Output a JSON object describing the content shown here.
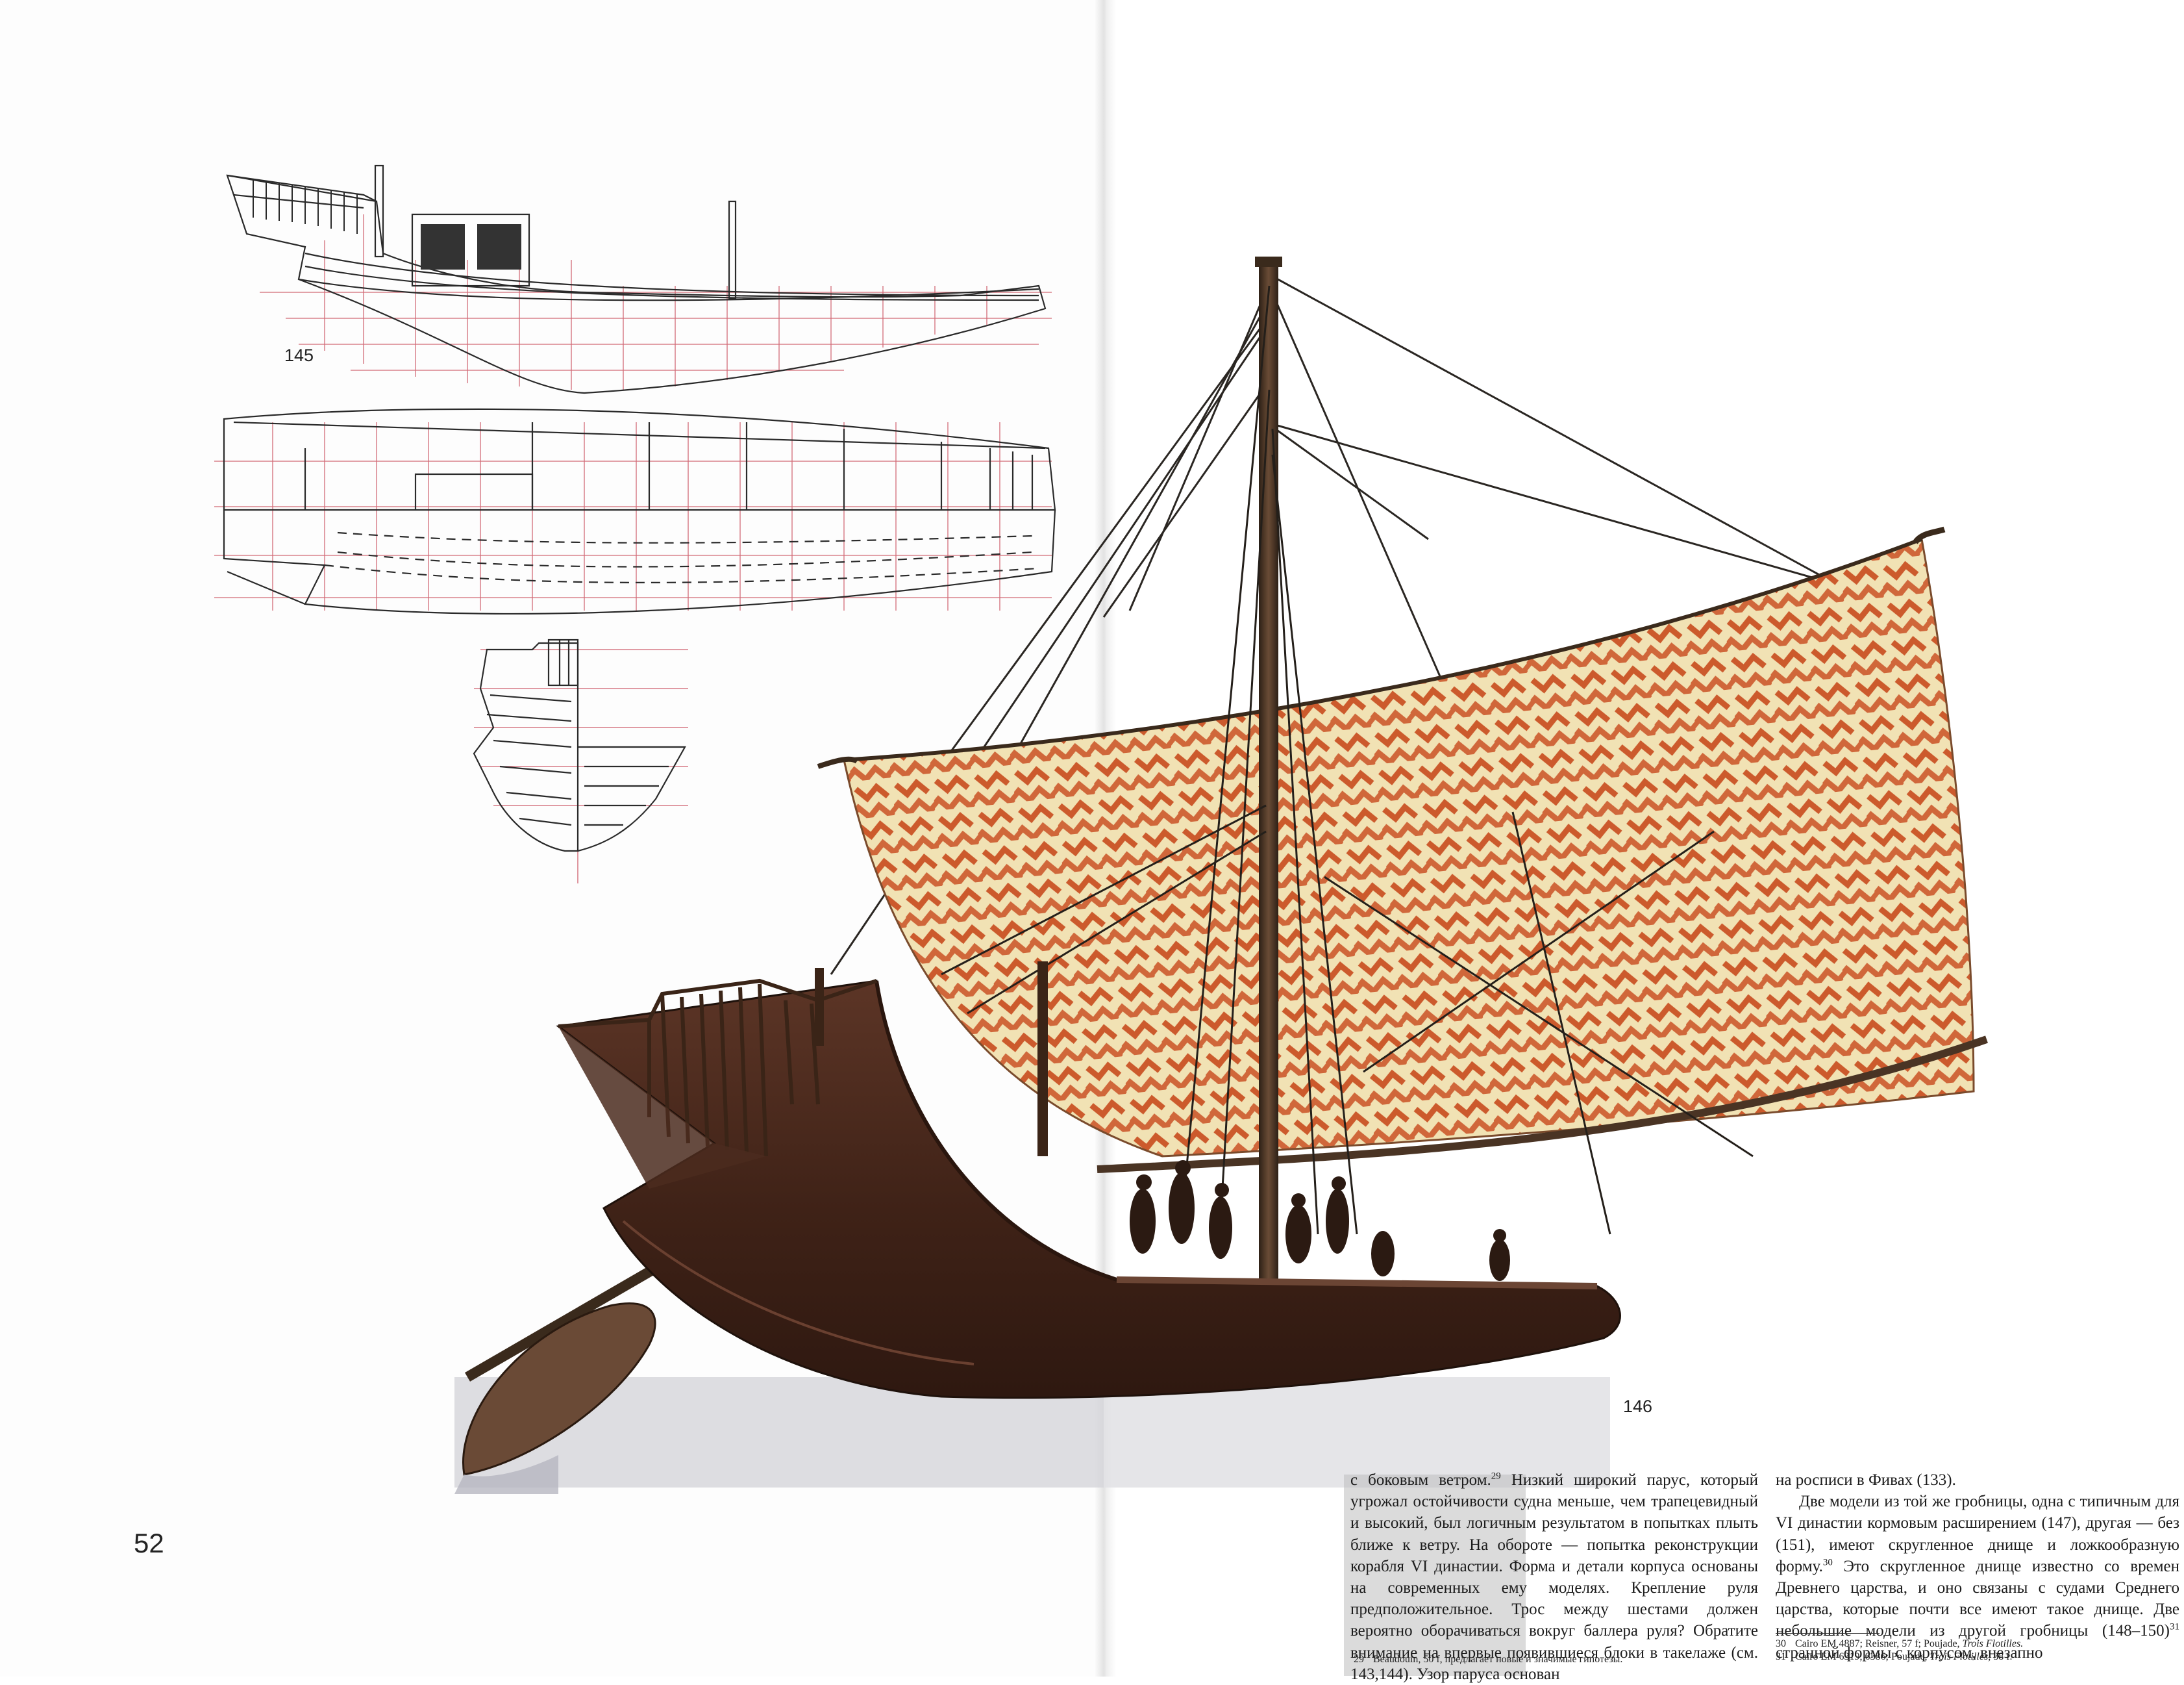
{
  "left_page": {
    "page_number": "52",
    "fig_145_label": "145",
    "fig_146_label": "146"
  },
  "text": {
    "col1": [
      "с боковым ветром.",
      "29",
      " Низкий широкий парус, который угрожал остойчивости судна меньше, чем трапецевидный и высокий, был логичным результатом в попытках плыть ближе к ветру. На обороте — попытка реконструкции корабля VI династии. Форма и детали корпуса основаны на современных ему моделях. Крепление руля предположительное. Трос между шестами должен вероятно оборачиваться вокруг баллера руля? Обратите внимание на впервые появившиеся блоки в такелаже (см. 143,144). Узор паруса основан"
    ],
    "col2_p1": "на росписи в Фивах (133).",
    "col2_p2_a": "Две модели из той же гробницы, одна с типичным для VI династии кормовым расширением (147), другая — без (151), имеют скругленное днище и ложкообразную форму.",
    "col2_p2_sup1": "30",
    "col2_p2_b": " Это скругленное днище известно со времен Древнего царства, и оно связаны с судами Среднего царства, которые почти все имеют такое днище. Две небольшие модели из другой гробницы (148–150)",
    "col2_p2_sup2": "31",
    "col2_p2_c": " странной формы с корпусом, внезапно"
  },
  "footnotes": {
    "fn29_num": "29",
    "fn29_text": "Beaudouin, 50 f, предлагает новые и значимые гипотезы.",
    "fn30_num": "30",
    "fn30_text_a": "Cairo EM 4887; Reisner, 57 f; Poujade, ",
    "fn30_italic": "Trois Flotilles.",
    "fn31_num": "31",
    "fn31_text_a": "Cairo EM 6319, 6386; Poujade, ",
    "fn31_italic": "Trois Flotilles,",
    "fn31_text_b": " 38 f."
  },
  "colors": {
    "hull": "#4a2a1c",
    "sail_base": "#f0e0b0",
    "sail_chevron": "#c9542a",
    "grid_red": "#c43a4a",
    "line_ink": "#2a2a2a"
  }
}
